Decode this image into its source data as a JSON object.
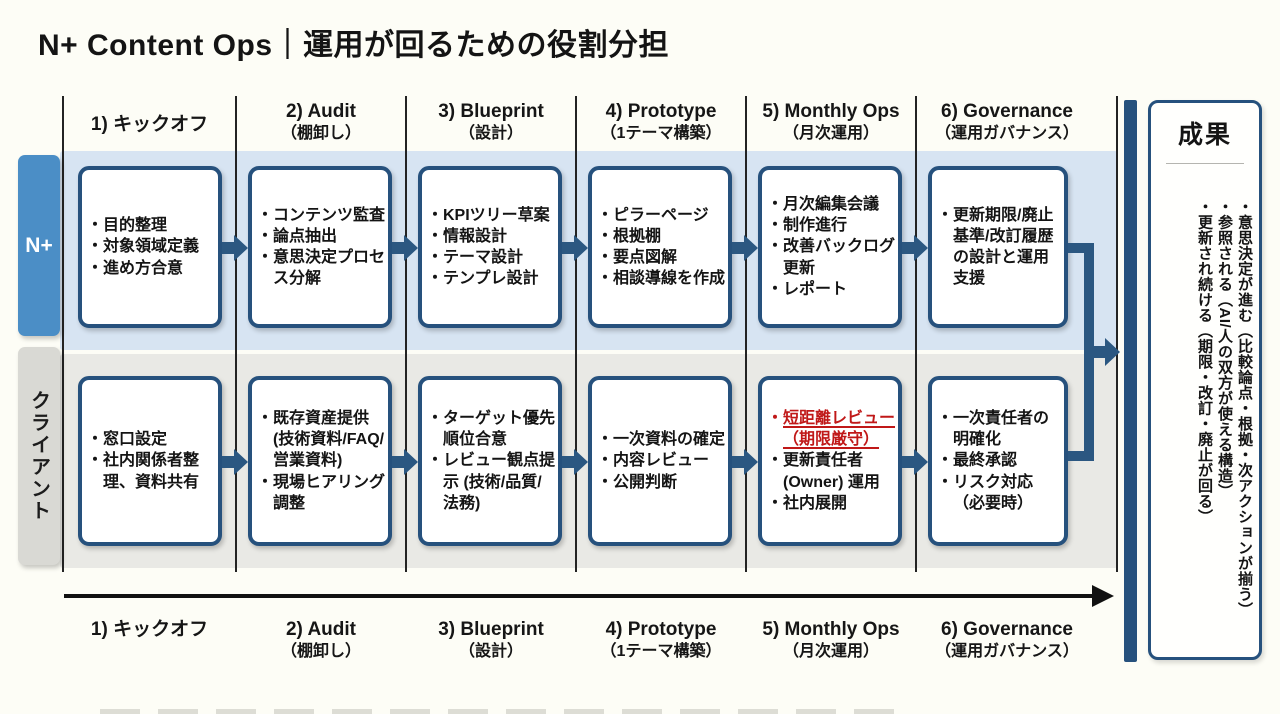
{
  "title": "N+ Content Ops｜運用が回るための役割分担",
  "phases": [
    {
      "label": "1) キックオフ",
      "sub": ""
    },
    {
      "label": "2) Audit",
      "sub": "（棚卸し）"
    },
    {
      "label": "3) Blueprint",
      "sub": "（設計）"
    },
    {
      "label": "4) Prototype",
      "sub": "（1テーマ構築）"
    },
    {
      "label": "5) Monthly Ops",
      "sub": "（月次運用）"
    },
    {
      "label": "6) Governance",
      "sub": "（運用ガバナンス）"
    }
  ],
  "lanes": [
    {
      "label": "N+",
      "boxes": [
        {
          "items": [
            "目的整理",
            "対象領域定義",
            "進め方合意"
          ]
        },
        {
          "items": [
            "コンテンツ監査",
            "論点抽出",
            "意思決定プロセス分解"
          ]
        },
        {
          "items": [
            "KPIツリー草案",
            "情報設計",
            "テーマ設計",
            "テンプレ設計"
          ]
        },
        {
          "items": [
            "ピラーページ",
            "根拠棚",
            "要点図解",
            "相談導線を作成"
          ]
        },
        {
          "items": [
            "月次編集会議",
            "制作進行",
            "改善バックログ更新",
            "レポート"
          ]
        },
        {
          "items": [
            "更新期限/廃止基準/改訂履歴の設計と運用支援"
          ]
        }
      ]
    },
    {
      "label": "クライアント",
      "boxes": [
        {
          "items": [
            "窓口設定",
            "社内関係者整理、資料共有"
          ]
        },
        {
          "items": [
            "既存資産提供 (技術資料/FAQ/営業資料)",
            "現場ヒアリング調整"
          ]
        },
        {
          "items": [
            "ターゲット優先順位合意",
            "レビュー観点提示 (技術/品質/法務)"
          ]
        },
        {
          "items": [
            "一次資料の確定",
            "内容レビュー",
            "公開判断"
          ]
        },
        {
          "items": [
            "短距離レビュー（期限厳守）",
            "更新責任者 (Owner) 運用",
            "社内展開"
          ]
        },
        {
          "items": [
            "一次責任者の明確化",
            "最終承認",
            "リスク対応（必要時）"
          ]
        }
      ]
    }
  ],
  "results": {
    "title": "成果",
    "items": [
      "意思決定が進む（比較論点・根拠・次アクションが揃う）",
      "参照される（AI/人の双方が使える構造）",
      "更新され続ける（期限・改訂・廃止が回る）"
    ]
  },
  "colors": {
    "navy": "#26517d",
    "lane_np_bg": "#d7e4f2",
    "lane_cl_bg": "#e9e9e5",
    "np_label_bg": "#4b8ec6",
    "alert_red": "#c01818",
    "background": "#fdfdf6"
  }
}
